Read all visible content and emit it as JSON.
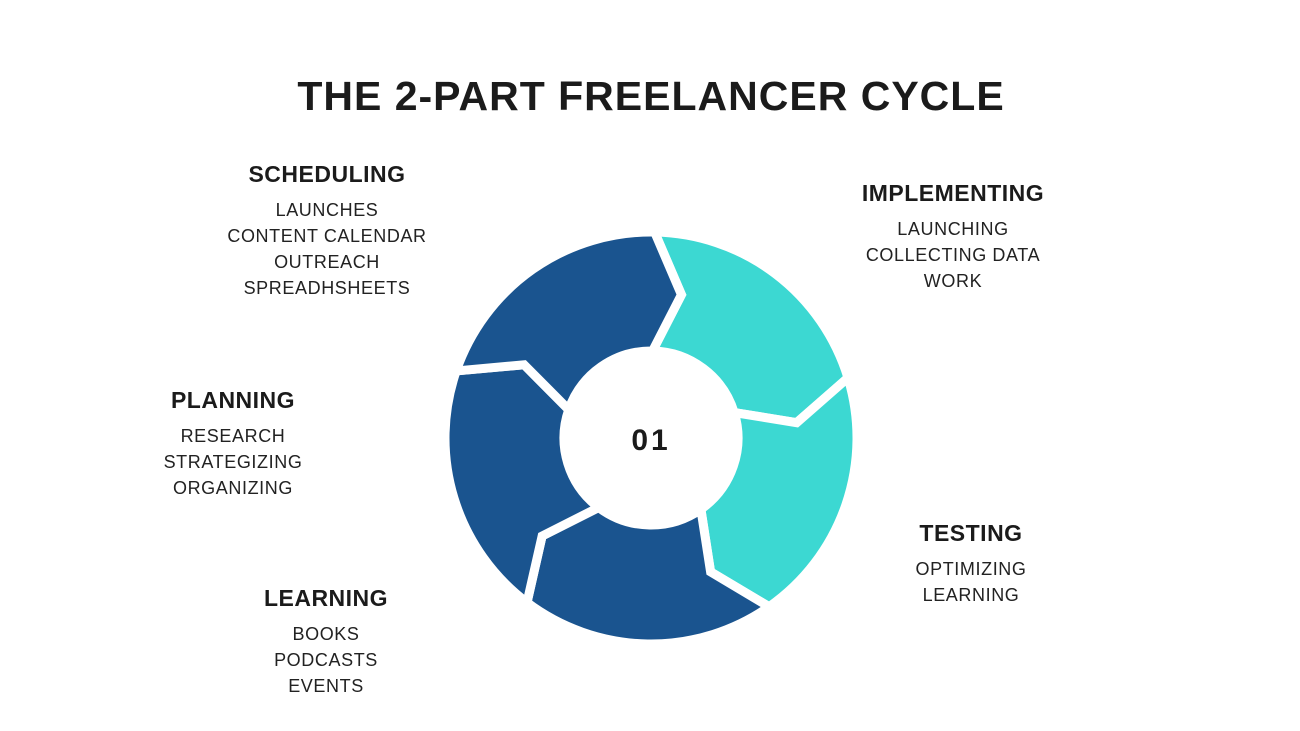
{
  "title": "THE 2-PART FREELANCER CYCLE",
  "center_label": "01",
  "colors": {
    "dark_blue": "#1A548F",
    "teal": "#3CD8D2",
    "text": "#1C1C1C",
    "background": "#FFFFFF"
  },
  "groups": [
    {
      "name": "scheduling",
      "heading": "SCHEDULING",
      "items": [
        "LAUNCHES",
        "CONTENT CALENDAR",
        "OUTREACH",
        "SPREADHSHEETS"
      ]
    },
    {
      "name": "implementing",
      "heading": "IMPLEMENTING",
      "items": [
        "LAUNCHING",
        "COLLECTING DATA",
        "WORK"
      ]
    },
    {
      "name": "planning",
      "heading": "PLANNING",
      "items": [
        "RESEARCH",
        "STRATEGIZING",
        "ORGANIZING"
      ]
    },
    {
      "name": "testing",
      "heading": "TESTING",
      "items": [
        "OPTIMIZING",
        "LEARNING"
      ]
    },
    {
      "name": "learning",
      "heading": "LEARNING",
      "items": [
        "BOOKS",
        "PODCASTS",
        "EVENTS"
      ]
    }
  ],
  "wheel": {
    "segments": [
      {
        "name": "implementing",
        "color": "#3CD8D2"
      },
      {
        "name": "testing",
        "color": "#3CD8D2"
      },
      {
        "name": "learning",
        "color": "#1A548F"
      },
      {
        "name": "planning",
        "color": "#1A548F"
      },
      {
        "name": "scheduling",
        "color": "#1A548F"
      }
    ]
  }
}
